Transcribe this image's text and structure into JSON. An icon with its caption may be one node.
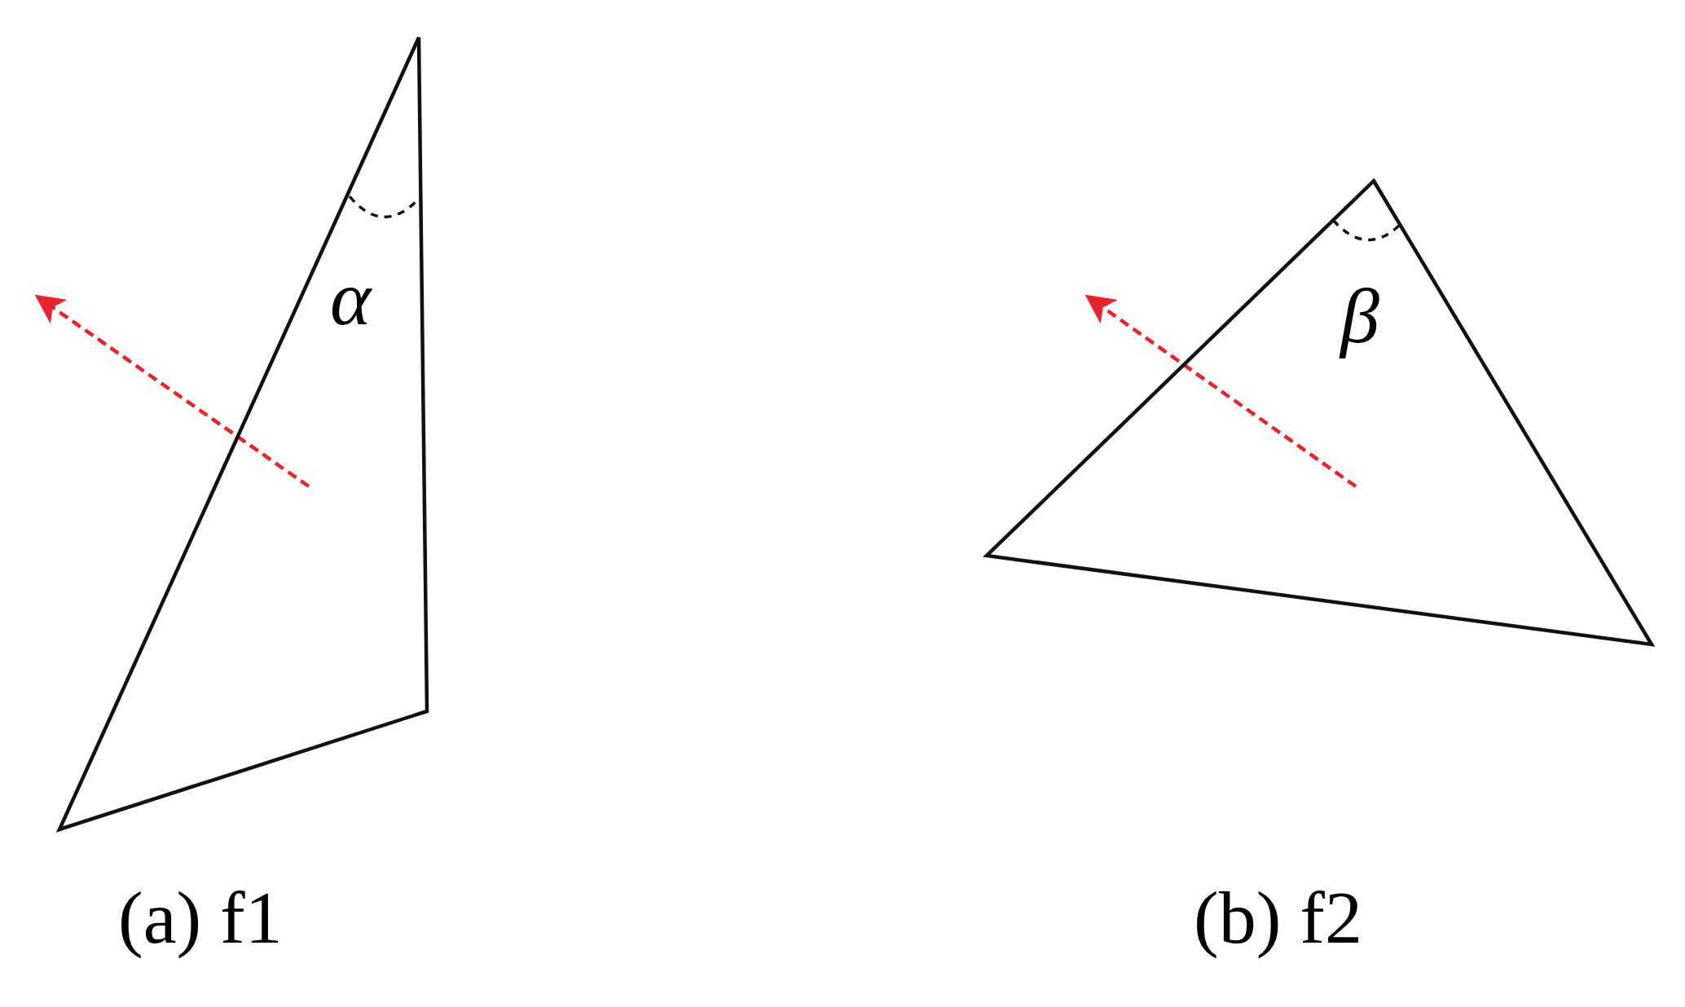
{
  "diagram": {
    "nodes": [
      {
        "text": [
          "α"
        ],
        "beside": [
          "(a) f1"
        ]
      },
      {
        "text": [
          "β"
        ],
        "beside": [
          "(b) f2"
        ]
      }
    ]
  }
}
